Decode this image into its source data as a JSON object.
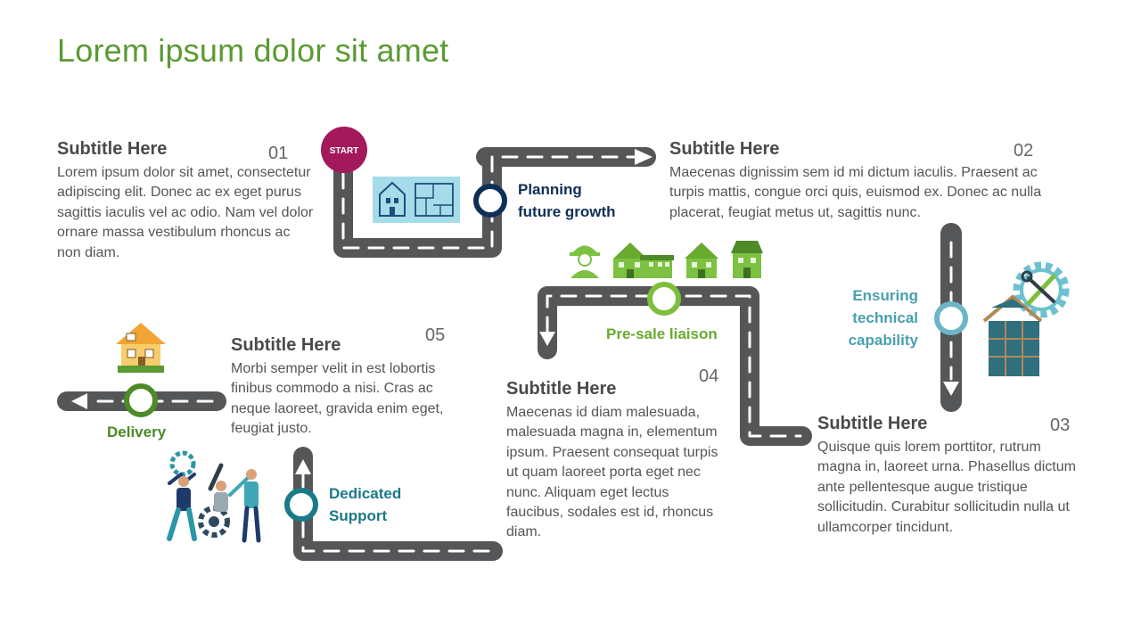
{
  "page": {
    "title": "Lorem ipsum dolor sit amet"
  },
  "start_label": "START",
  "steps": [
    {
      "number": "01",
      "subtitle": "Subtitle Here",
      "body": "Lorem ipsum dolor sit amet, consectetur adipiscing elit.  Donec ac ex eget purus sagittis iaculis vel ac odio. Nam vel dolor ornare massa vestibulum rhoncus ac non diam."
    },
    {
      "number": "02",
      "subtitle": "Subtitle Here",
      "body": "Maecenas dignissim sem id mi dictum iaculis. Praesent ac turpis mattis, congue orci quis, euismod ex.  Donec ac nulla placerat, feugiat metus ut, sagittis nunc."
    },
    {
      "number": "03",
      "subtitle": "Subtitle Here",
      "body": "Quisque quis lorem porttitor, rutrum magna in, laoreet urna. Phasellus dictum ante pellentesque augue tristique sollicitudin. Curabitur sollicitudin nulla ut ullamcorper tincidunt."
    },
    {
      "number": "04",
      "subtitle": "Subtitle Here",
      "body": "Maecenas id diam malesuada, malesuada magna in, elementum ipsum. Praesent consequat turpis ut quam laoreet porta eget nec nunc. Aliquam eget lectus faucibus, sodales est id, rhoncus diam."
    },
    {
      "number": "05",
      "subtitle": "Subtitle Here",
      "body": "Morbi semper velit in est lobortis finibus commodo a nisi. Cras ac neque laoreet, gravida enim eget, feugiat justo."
    }
  ],
  "milestones": [
    {
      "label_line1": "Planning",
      "label_line2": "future growth",
      "color": "#0e2f57"
    },
    {
      "label_line1": "Ensuring",
      "label_line2": "technical",
      "label_line3": "capability",
      "color": "#4a9fae"
    },
    {
      "label": "Pre-sale liaison",
      "color": "#6aaa2e"
    },
    {
      "label_line1": "Dedicated",
      "label_line2": "Support",
      "color": "#1a7a86"
    },
    {
      "label": "Delivery",
      "color": "#4e8a28"
    }
  ],
  "colors": {
    "title": "#5a9a32",
    "road": "#545658",
    "start_circle": "#a3195b",
    "text": "#555555"
  },
  "icons": [
    "house-blueprint-icon",
    "worker-icon",
    "houses-icon",
    "gear-tools-icon",
    "house-frame-icon",
    "team-gear-icon",
    "delivered-house-icon"
  ]
}
